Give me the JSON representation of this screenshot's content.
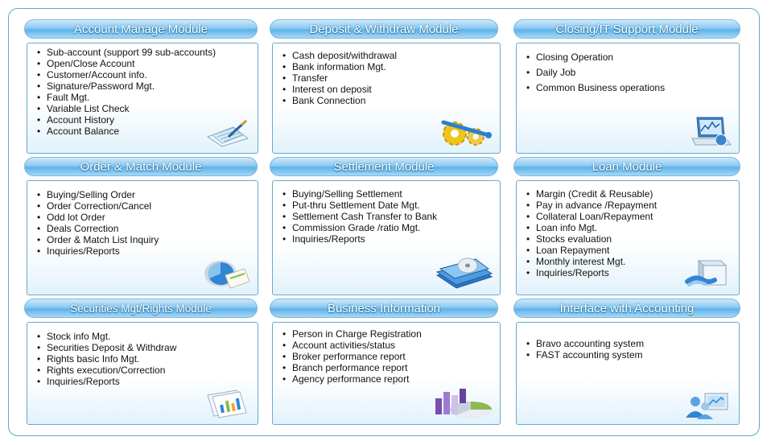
{
  "modules": [
    {
      "title": "Account Manage Module",
      "items": [
        "Sub-account (support 99 sub-accounts)",
        "Open/Close Account",
        "Customer/Account info.",
        "Signature/Password Mgt.",
        "Fault Mgt.",
        "Variable List Check",
        "Account History",
        "Account Balance"
      ],
      "icon": "pen-paper-icon"
    },
    {
      "title": "Deposit & Withdraw Module",
      "items": [
        "Cash deposit/withdrawal",
        "Bank information Mgt.",
        "Transfer",
        "Interest  on deposit",
        "Bank Connection"
      ],
      "icon": "gears-wrench-icon"
    },
    {
      "title": "Closing/IT Support Module",
      "items": [
        "Closing Operation",
        "Daily Job",
        "Common Business operations"
      ],
      "icon": "laptop-chart-icon"
    },
    {
      "title": "Order & Match Module",
      "items": [
        "Buying/Selling Order",
        "Order  Correction/Cancel",
        "Odd lot Order",
        "Deals Correction",
        "Order & Match List Inquiry",
        "Inquiries/Reports"
      ],
      "icon": "pie-document-icon"
    },
    {
      "title": "Settlement Module",
      "items": [
        "Buying/Selling Settlement",
        "Put-thru Settlement Date Mgt.",
        "Settlement Cash Transfer to Bank",
        "Commission Grade /ratio Mgt.",
        "Inquiries/Reports"
      ],
      "icon": "cd-binders-icon"
    },
    {
      "title": "Loan Module",
      "items": [
        "Margin (Credit & Reusable)",
        "Pay in advance /Repayment",
        "Collateral Loan/Repayment",
        "Loan info Mgt.",
        "Stocks evaluation",
        "Loan Repayment",
        "Monthly interest Mgt.",
        "Inquiries/Reports"
      ],
      "icon": "box-handshake-icon"
    },
    {
      "title": "Securities Mgt/Rights Module",
      "items": [
        "Stock info Mgt.",
        "Securities Deposit & Withdraw",
        "Rights basic Info Mgt.",
        "Rights execution/Correction",
        "Inquiries/Reports"
      ],
      "icon": "chart-papers-icon"
    },
    {
      "title": "Business Information",
      "items": [
        "Person in Charge Registration",
        "Account activities/status",
        "Broker performance report",
        "Branch performance report",
        "Agency performance report"
      ],
      "icon": "bar-pie-chart-icon"
    },
    {
      "title": "Interface with Accounting",
      "items": [
        "Bravo accounting system",
        "FAST accounting system"
      ],
      "icon": "people-monitor-icon"
    }
  ]
}
